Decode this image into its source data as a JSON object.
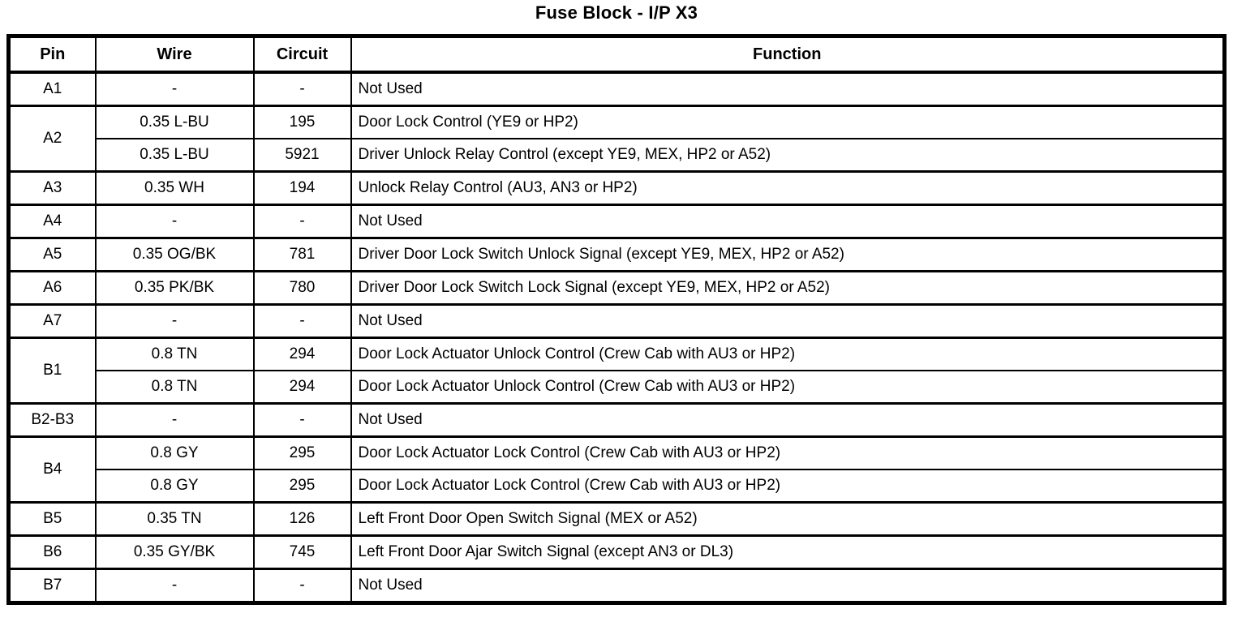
{
  "title": "Fuse Block - I/P X3",
  "colors": {
    "ink": "#000000",
    "background": "#ffffff"
  },
  "table": {
    "headers": [
      "Pin",
      "Wire",
      "Circuit",
      "Function"
    ],
    "groups": [
      {
        "pin": "A1",
        "rows": [
          {
            "wire": "-",
            "circuit": "-",
            "function": "Not Used"
          }
        ]
      },
      {
        "pin": "A2",
        "rows": [
          {
            "wire": "0.35 L-BU",
            "circuit": "195",
            "function": "Door Lock Control (YE9 or HP2)"
          },
          {
            "wire": "0.35 L-BU",
            "circuit": "5921",
            "function": "Driver Unlock Relay Control (except YE9, MEX, HP2 or A52)"
          }
        ]
      },
      {
        "pin": "A3",
        "rows": [
          {
            "wire": "0.35 WH",
            "circuit": "194",
            "function": "Unlock Relay Control (AU3, AN3 or HP2)"
          }
        ]
      },
      {
        "pin": "A4",
        "rows": [
          {
            "wire": "-",
            "circuit": "-",
            "function": "Not Used"
          }
        ]
      },
      {
        "pin": "A5",
        "rows": [
          {
            "wire": "0.35 OG/BK",
            "circuit": "781",
            "function": "Driver Door Lock Switch Unlock Signal (except YE9, MEX, HP2 or A52)"
          }
        ]
      },
      {
        "pin": "A6",
        "rows": [
          {
            "wire": "0.35 PK/BK",
            "circuit": "780",
            "function": "Driver Door Lock Switch Lock Signal (except YE9, MEX, HP2 or A52)"
          }
        ]
      },
      {
        "pin": "A7",
        "rows": [
          {
            "wire": "-",
            "circuit": "-",
            "function": "Not Used"
          }
        ]
      },
      {
        "pin": "B1",
        "rows": [
          {
            "wire": "0.8 TN",
            "circuit": "294",
            "function": "Door Lock Actuator Unlock Control (Crew Cab with AU3 or HP2)"
          },
          {
            "wire": "0.8 TN",
            "circuit": "294",
            "function": "Door Lock Actuator Unlock Control (Crew Cab with AU3 or HP2)"
          }
        ]
      },
      {
        "pin": "B2-B3",
        "rows": [
          {
            "wire": "-",
            "circuit": "-",
            "function": "Not Used"
          }
        ]
      },
      {
        "pin": "B4",
        "rows": [
          {
            "wire": "0.8 GY",
            "circuit": "295",
            "function": "Door Lock Actuator Lock Control (Crew Cab with AU3 or HP2)"
          },
          {
            "wire": "0.8 GY",
            "circuit": "295",
            "function": "Door Lock Actuator Lock Control (Crew Cab with AU3 or HP2)"
          }
        ]
      },
      {
        "pin": "B5",
        "rows": [
          {
            "wire": "0.35 TN",
            "circuit": "126",
            "function": "Left Front Door Open Switch Signal (MEX or A52)"
          }
        ]
      },
      {
        "pin": "B6",
        "rows": [
          {
            "wire": "0.35 GY/BK",
            "circuit": "745",
            "function": "Left Front Door Ajar Switch Signal (except AN3 or DL3)"
          }
        ]
      },
      {
        "pin": "B7",
        "rows": [
          {
            "wire": "-",
            "circuit": "-",
            "function": "Not Used"
          }
        ]
      }
    ]
  }
}
